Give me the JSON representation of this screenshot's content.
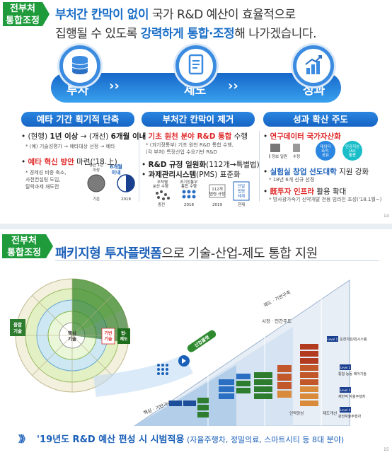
{
  "slide1": {
    "tag": [
      "전부처",
      "통합조정"
    ],
    "headline_line1": {
      "part1": "부처간 칸막이 없이",
      "part2": " 국가 R&D 예산이 효율적으로"
    },
    "headline_line2": {
      "part1": "집행될 수 있도록 ",
      "part2": "강력하게 통합·조정",
      "part3": "해 나가겠습니다."
    },
    "flow": [
      "투자",
      "제도",
      "성과"
    ],
    "columns": [
      {
        "header": "예타 기간 획기적 단축",
        "item1": {
          "pre": "(현행) ",
          "bold1": "1년 이상",
          "mid": " → (개선) ",
          "bold2": "6개월 이내"
        },
        "item1_note": "* (예) 기술성평가 → 예타대상 선정 → 예타",
        "item2": {
          "bold": "예타 혁신 방안",
          "post": " 마련('18.上)"
        },
        "item2_note": [
          "* 경제성 비중 축소,",
          "사전컨설팅 도입,",
          "탈락과제 재도전"
        ],
        "pie_label_left": [
          "평균 1년",
          "이상"
        ],
        "pie_label_right": [
          "6개월",
          "이내"
        ],
        "pie_axis": [
          "기존",
          "2018"
        ]
      },
      {
        "header": "부처간 칸막이 제거",
        "item1": {
          "bold": "기초 원천 분야 R&D 통합",
          "post": " 수행"
        },
        "item1_note": [
          "* (과기정통부) 기초 원천 R&D 통합 수행,",
          "(각 부처) 특정산업 수요기반 R&D"
        ],
        "item2": {
          "bold": "R&D 규정 일원화",
          "post": "(112개→특별법)"
        },
        "item3": {
          "bold": "과제관리시스템",
          "post": "(PMS) 표준화"
        },
        "diag_labels": [
          "부처별",
          "분산 수행",
          "과기정통부",
          "통합 수행",
          "112개",
          "법령·규정",
          "단일",
          "법령",
          "체계"
        ],
        "diag_axis": [
          "종전",
          "2018",
          "2019",
          "현재"
        ]
      },
      {
        "header": "성과 확산 주도",
        "item1": {
          "bold": "연구데이터 국가자산화"
        },
        "diag_labels": [
          "과제 정보 일원",
          "수정",
          "데이터",
          "축적·",
          "공유",
          "인공지능",
          "(AI)",
          "활용"
        ],
        "item2": {
          "bold": "실험실 창업 선도대학",
          "post": " 지원 강화"
        },
        "item2_note": "* 18년 6개 신규 선정",
        "item3": {
          "bold": "既투자 인프라",
          "post": " 활용 확대"
        },
        "item3_note": "* 방사광가속기 신약개발 전용 빔라인 조성('18.1월~)"
      }
    ],
    "page": "14"
  },
  "slide2": {
    "tag": [
      "전부처",
      "통합조정"
    ],
    "headline": {
      "bold": "패키지형 투자플랫폼",
      "rest": "으로 기술-산업-제도 통합 지원"
    },
    "wheel": {
      "outer_left": [
        "융합",
        "기술"
      ],
      "inner": [
        "핵심",
        "기술"
      ],
      "right_a": [
        "기반",
        "기술"
      ],
      "right_b": [
        "법·",
        "제도"
      ]
    },
    "sector_labels": {
      "platform": "산업플랫",
      "tech_base": "핵심 · 기반기술",
      "sys_base": "제도 · 기반구축",
      "market": "시장 · 민간주도",
      "infra": "인력양성",
      "law": "제도개선"
    },
    "levels": [
      {
        "tag": "Level 1",
        "label": "운전지원/원시스템"
      },
      {
        "tag": "Level 2",
        "label": "통합 능동 제어기술"
      },
      {
        "tag": "Level 3",
        "label": "재한적 자율주행차"
      },
      {
        "tag": "Level 4",
        "label": "완전자율주행차"
      }
    ],
    "bottom": {
      "chev": "》》",
      "bold": " '19년도 R&D 예산 편성 시 시범적용",
      "rest": " (자율주행차, 정밀의료, 스마트시티 등 8대 분야)"
    },
    "page": "15"
  },
  "colors": {
    "green_tag": "#1f9b3c",
    "blue_primary": "#1a6ec7",
    "blue_band": "#3aa1ee",
    "red": "#e02828"
  }
}
